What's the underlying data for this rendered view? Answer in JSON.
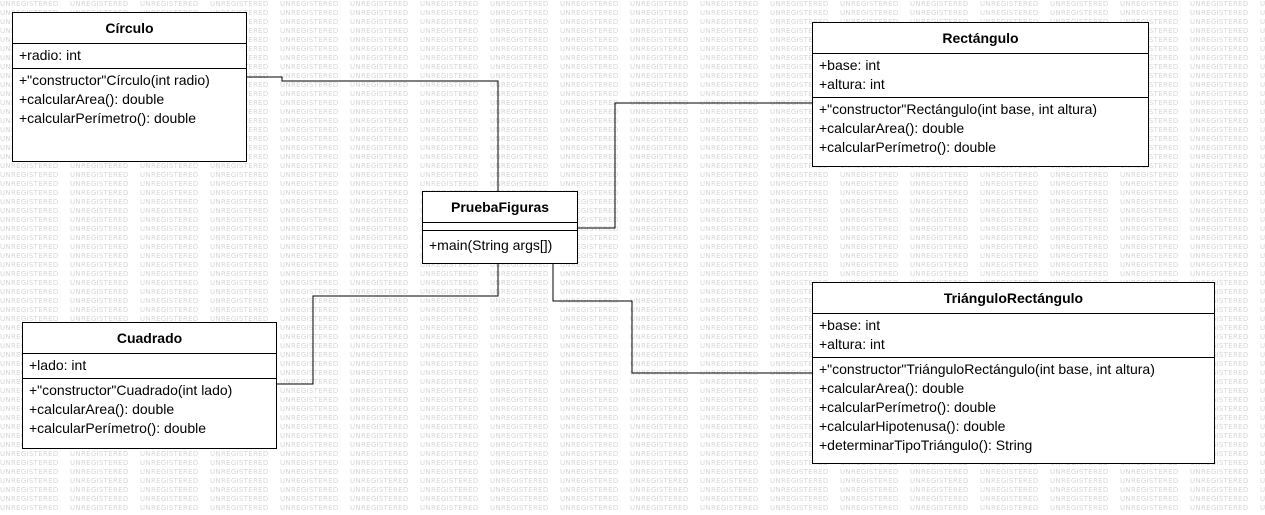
{
  "watermark": "UNREGISTERED",
  "classes": {
    "circulo": {
      "name": "Círculo",
      "attributes": [
        "+radio: int"
      ],
      "operations": [
        "+\"constructor\"Círculo(int radio)",
        "+calcularArea(): double",
        "+calcularPerímetro(): double"
      ]
    },
    "rectangulo": {
      "name": "Rectángulo",
      "attributes": [
        "+base: int",
        "+altura: int"
      ],
      "operations": [
        "+\"constructor\"Rectángulo(int base, int altura)",
        "+calcularArea(): double",
        "+calcularPerímetro(): double"
      ]
    },
    "prueba": {
      "name": "PruebaFiguras",
      "attributes": [],
      "operations": [
        "+main(String args[])"
      ]
    },
    "cuadrado": {
      "name": "Cuadrado",
      "attributes": [
        "+lado: int"
      ],
      "operations": [
        "+\"constructor\"Cuadrado(int lado)",
        "+calcularArea(): double",
        "+calcularPerímetro(): double"
      ]
    },
    "triangulo": {
      "name": "TriánguloRectángulo",
      "attributes": [
        "+base: int",
        "+altura: int"
      ],
      "operations": [
        "+\"constructor\"TriánguloRectángulo(int base, int altura)",
        "+calcularArea(): double",
        "+calcularPerímetro(): double",
        "+calcularHipotenusa(): double",
        "+determinarTipoTriángulo(): String"
      ]
    }
  }
}
